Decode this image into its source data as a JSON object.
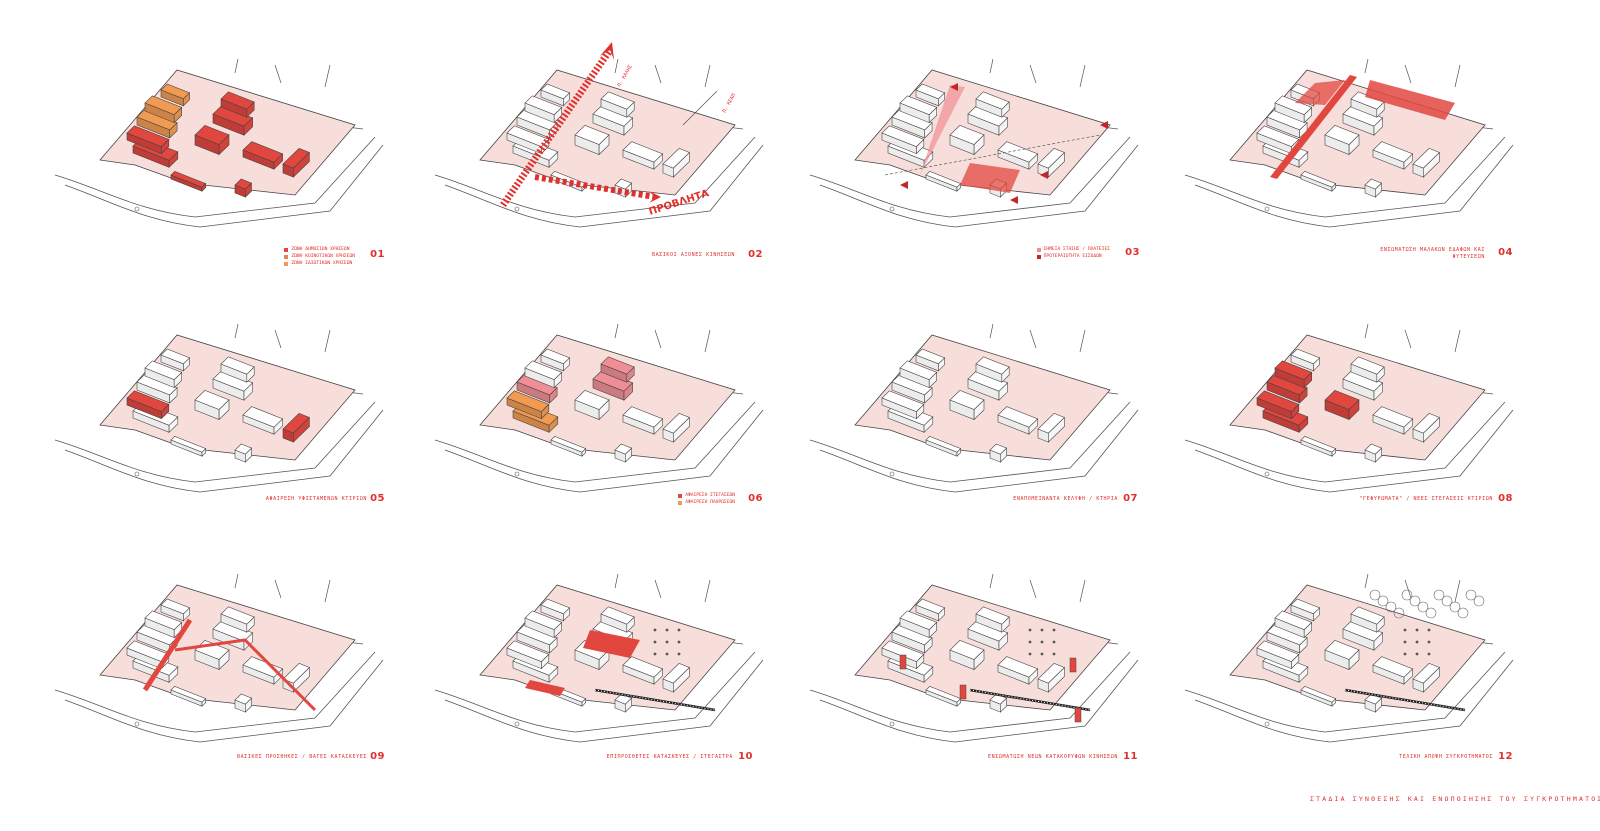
{
  "colors": {
    "accent": "#e0302c",
    "site_fill": "#f8dedb",
    "orange": "#f19a52",
    "red": "#e2473f",
    "pink": "#ef8f95",
    "line": "#444444"
  },
  "panels": [
    {
      "num": "01",
      "caption": "",
      "legend": [
        "ΖΩΝΗ ΔΗΜΟΣΙΩΝ ΧΡΗΣΕΩΝ",
        "ΖΩΝΗ ΚΟΙΝΟΤΙΚΩΝ ΧΡΗΣΕΩΝ",
        "ΖΩΝΗ ΙΔΙΩΤΙΚΩΝ ΧΡΗΣΕΩΝ"
      ]
    },
    {
      "num": "02",
      "caption": "ΒΑΣΙΚΟΙ ΑΞΟΝΕΣ ΚΙΝΗΣΕΩΝ",
      "legend": []
    },
    {
      "num": "03",
      "caption": "",
      "legend": [
        "ΣΗΜΕΙΑ ΣΤΑΣΗΣ / ΠΛΑΤΕΙΕΣ",
        "ΠΡΟΤΕΡΑΙΟΤΗΤΑ ΕΙΣΟΔΩΝ"
      ]
    },
    {
      "num": "04",
      "caption": "ΕΝΣΩΜΑΤΩΣΗ ΜΑΛΑΚΩΝ ΕΔΑΦΩΝ ΚΑΙ ΦΥΤΕΥΣΕΩΝ",
      "legend": []
    },
    {
      "num": "05",
      "caption": "ΑΦΑΙΡΕΣΗ ΥΦΙΣΤΑΜΕΝΩΝ ΚΤΙΡΙΩΝ",
      "legend": []
    },
    {
      "num": "06",
      "caption": "",
      "legend": [
        "ΑΦΑΙΡΕΣΗ ΣΤΕΓΑΣΕΩΝ",
        "ΑΦΑΙΡΕΣΗ ΠΛΗΡΩΣΕΩΝ"
      ]
    },
    {
      "num": "07",
      "caption": "ΕΝΑΠΟΜΕΙΝΑΝΤΑ ΚΕΛΥΦΗ / ΚΤΗΡΙΑ",
      "legend": []
    },
    {
      "num": "08",
      "caption": "\"ΓΕΦΥΡΩΜΑΤΑ\" / ΝΕΕΣ ΣΤΕΓΑΣΕΙΣ ΚΤΙΡΙΩΝ",
      "legend": []
    },
    {
      "num": "09",
      "caption": "ΒΑΣΙΚΕΣ ΠΡΟΣΘΗΚΕΣ / ΒΑΓΕΣ ΚΑΤΑΣΚΕΥΕΣ",
      "legend": []
    },
    {
      "num": "10",
      "caption": "ΕΠΙΠΡΟΣΘΕΤΕΣ ΚΑΤΑΣΚΕΥΕΣ / ΣΤΕΓΑΣΤΡΑ",
      "legend": []
    },
    {
      "num": "11",
      "caption": "ΕΝΣΩΜΑΤΩΣΗ ΝΕΩΝ ΚΑΤΑΚΟΡΥΦΩΝ ΚΙΝΗΣΕΩΝ",
      "legend": []
    },
    {
      "num": "12",
      "caption": "ΤΕΛΙΚΗ ΑΠΟΨΗ ΣΥΓΚΡΟΤΗΜΑΤΟΣ",
      "legend": []
    }
  ],
  "annotations": {
    "provlita": "ΠΡΟΒΛΗΤΑ",
    "to_north": "Π. ΚΑΛΗΣ",
    "to_east": "Π. ΚΕΑΠ"
  },
  "footer": "ΣΤΑΔΙΑ ΣΥΝΘΕΣΗΣ ΚΑΙ ΕΝΟΠΟΙΗΣΗΣ ΤΟΥ ΣΥΓΚΡΟΤΗΜΑΤΟΣ"
}
